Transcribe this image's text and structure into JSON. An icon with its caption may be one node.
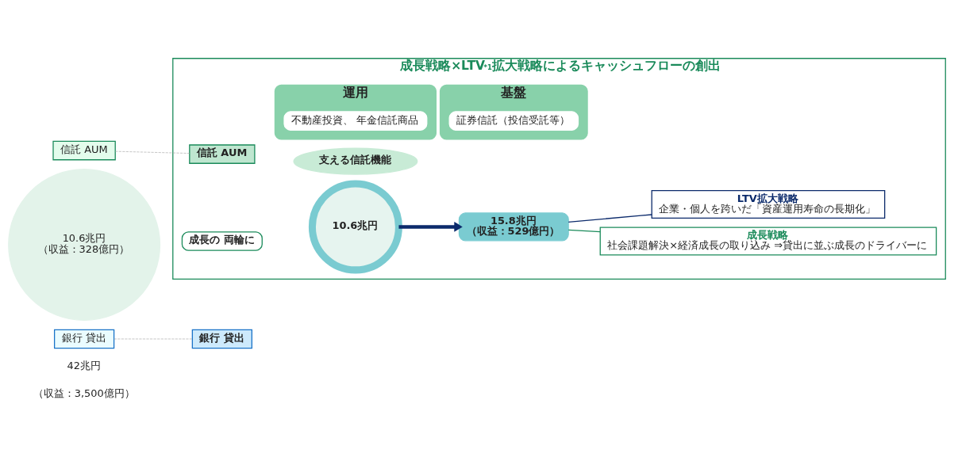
{
  "diagram": {
    "nodes": [
      {
        "text": [
          "銀行 貸出"
        ],
        "beside": [
          "42兆円",
          "（収益：3,500億円）"
        ]
      },
      {
        "text": [
          "銀行 貸出"
        ]
      },
      {
        "text": [
          "成長戦略×LTV$^{*1}$拡大戦略によるキャッシュフローの創出"
        ]
      },
      {
        "text": [
          "成長の 両輪に"
        ],
        "in": 2
      },
      {
        "text": [
          "信託 AUM"
        ],
        "in": 2
      },
      {
        "text": [
          "信託 AUM"
        ]
      },
      {
        "text": [
          "10.6兆円",
          "（収益：328億円）"
        ]
      },
      {
        "text": [
          "10.6兆円"
        ],
        "in": 2
      },
      {
        "text": [
          "成長戦略",
          "社会課題解決×経済成長の取り込み ⇒貸出に並ぶ成長のドライバーに"
        ],
        "in": 2
      },
      {
        "text": [
          "15.8兆円",
          "（収益：529億円）"
        ],
        "in": 2
      },
      {
        "text": [
          "LTV拡大戦略",
          "企業・個人を跨いだ「資産運用寿命の長期化」"
        ],
        "in": 2
      },
      {
        "text": [
          "支える信託機能"
        ],
        "in": 2
      },
      {
        "text": [
          "運用"
        ],
        "in": 2
      },
      {
        "text": [
          "不動産投資、 年金信託商品"
        ],
        "in": 12
      },
      {
        "text": [
          "基盤"
        ],
        "in": 2
      },
      {
        "text": [
          "証券信託（投信受託等）"
        ],
        "in": 14
      }
    ],
    "edges": [
      {
        "from": 0,
        "to": 1,
        "arrow": "none",
        "style": "dashed",
        "color": "#a6a6a6"
      },
      {
        "from": 5,
        "to": 4,
        "arrow": "none",
        "style": "dashed",
        "color": "#a6a6a6"
      },
      {
        "from": 7,
        "to": 9,
        "arrow": "to",
        "style": "thick",
        "color": "#0b2a6b"
      },
      {
        "from": 8,
        "to": 9,
        "arrow": "none",
        "color": "#1a8a5a"
      },
      {
        "from": 10,
        "to": 9,
        "arrow": "none",
        "color": "#0b2a6b"
      }
    ]
  }
}
